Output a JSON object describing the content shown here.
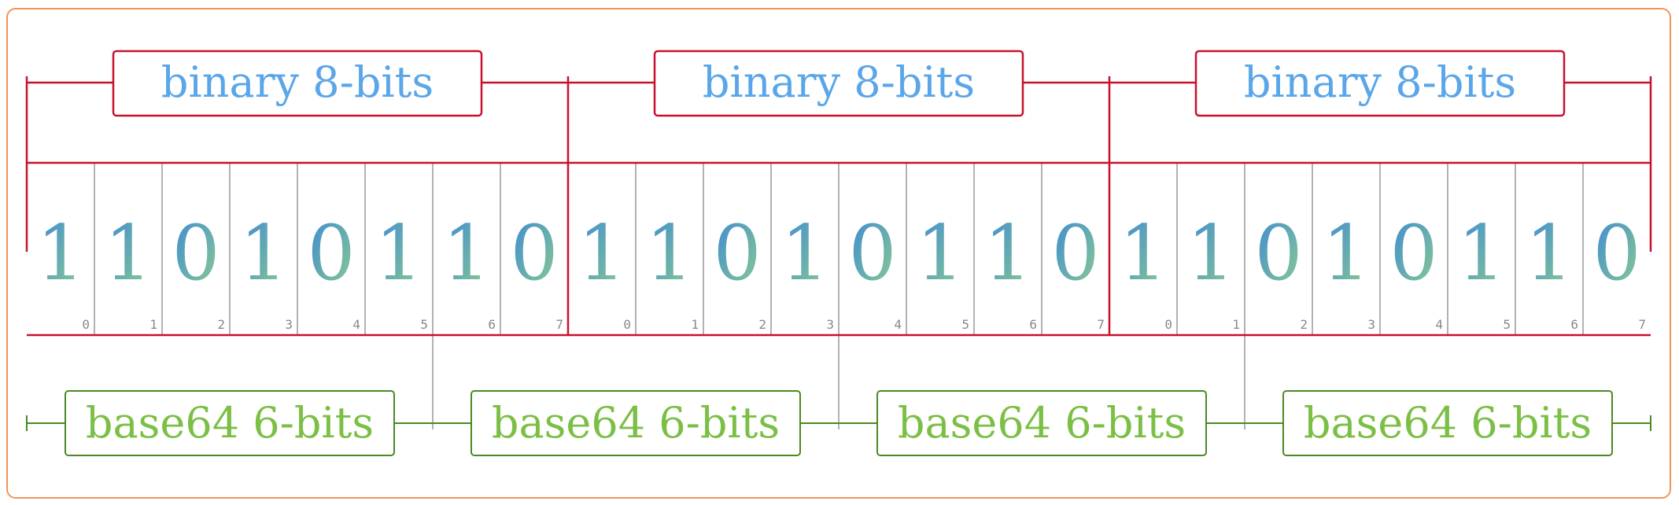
{
  "diagram": {
    "bytes": [
      {
        "label": "binary 8-bits",
        "bits": [
          "1",
          "1",
          "0",
          "1",
          "0",
          "1",
          "1",
          "0"
        ],
        "indices": [
          "0",
          "1",
          "2",
          "3",
          "4",
          "5",
          "6",
          "7"
        ]
      },
      {
        "label": "binary 8-bits",
        "bits": [
          "1",
          "1",
          "0",
          "1",
          "0",
          "1",
          "1",
          "0"
        ],
        "indices": [
          "0",
          "1",
          "2",
          "3",
          "4",
          "5",
          "6",
          "7"
        ]
      },
      {
        "label": "binary 8-bits",
        "bits": [
          "1",
          "1",
          "0",
          "1",
          "0",
          "1",
          "1",
          "0"
        ],
        "indices": [
          "0",
          "1",
          "2",
          "3",
          "4",
          "5",
          "6",
          "7"
        ]
      }
    ],
    "groups": [
      {
        "label": "base64 6-bits"
      },
      {
        "label": "base64 6-bits"
      },
      {
        "label": "base64 6-bits"
      },
      {
        "label": "base64 6-bits"
      }
    ],
    "colors": {
      "byte_bracket": "#c8102e",
      "byte_label": "#5aa6e8",
      "group_bracket": "#4a8a22",
      "group_label": "#7bbf45",
      "bit_gradient_start": "#3a86d8",
      "bit_gradient_end": "#8fd08a",
      "cell_divider": "#999999",
      "frame": "#f0955a"
    }
  }
}
